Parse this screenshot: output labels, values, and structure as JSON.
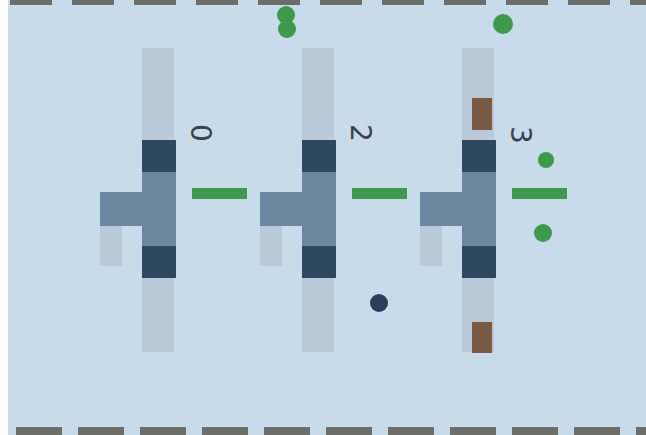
{
  "diagram": {
    "labels": [
      "0",
      "2",
      "3"
    ]
  }
}
